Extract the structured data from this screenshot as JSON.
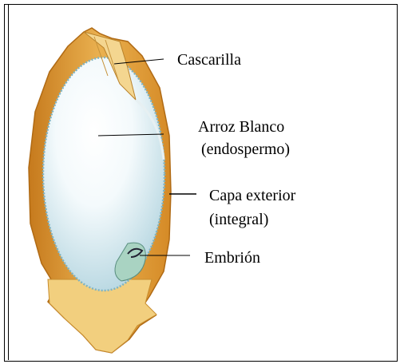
{
  "labels": {
    "husk": "Cascarilla",
    "endosperm_line1": "Arroz Blanco",
    "endosperm_line2": "(endospermo)",
    "bran_line1": "Capa exterior",
    "bran_line2": "(integral)",
    "embryo": "Embrión"
  },
  "colors": {
    "husk": "#e9b04a",
    "husk_dark": "#c47a1c",
    "endosperm": "#cfe6ee",
    "endosperm_highlight": "#ffffff",
    "embryo": "#8fc2b0"
  }
}
